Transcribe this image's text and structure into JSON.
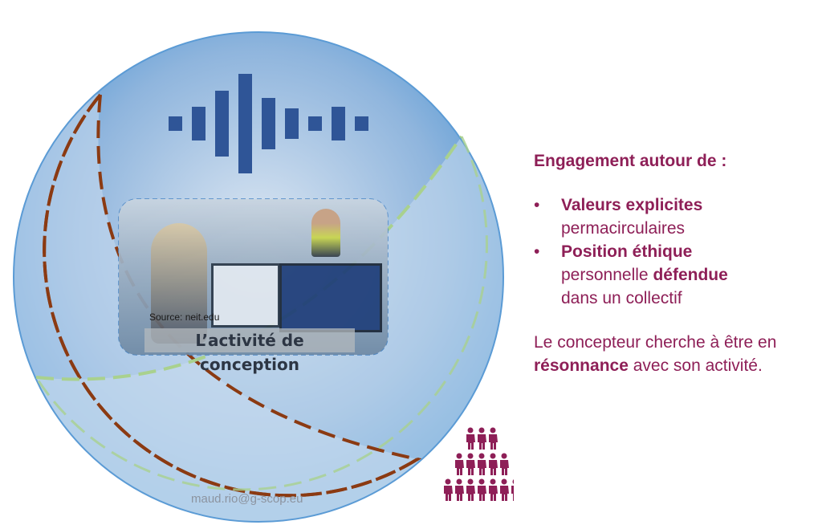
{
  "diagram": {
    "photo_source": "Source: neit.edu",
    "photo_caption": "L’activité de conception",
    "footer_email": "maud.rio@g-scop.eu",
    "icons": [
      "sound-wave-icon",
      "people-group-icon"
    ]
  },
  "panel": {
    "heading": "Engagement autour de :",
    "bullets": [
      {
        "bold": "Valeurs explicites",
        "rest": "permacirculaires"
      },
      {
        "bold": "Position éthique",
        "rest_before": "personnelle",
        "bold2": "défendue",
        "rest_after": "dans un collectif"
      }
    ],
    "bullet_char": "•",
    "paragraph": {
      "before": "Le concepteur cherche à être en",
      "bold": "résonnance",
      "after": "avec son activité."
    }
  },
  "colors": {
    "text": "#8e1f57",
    "circle": "#5b9bd5",
    "brown_dash": "#8b3a12",
    "green_dash": "#a9d18e",
    "wave": "#2f5597"
  }
}
